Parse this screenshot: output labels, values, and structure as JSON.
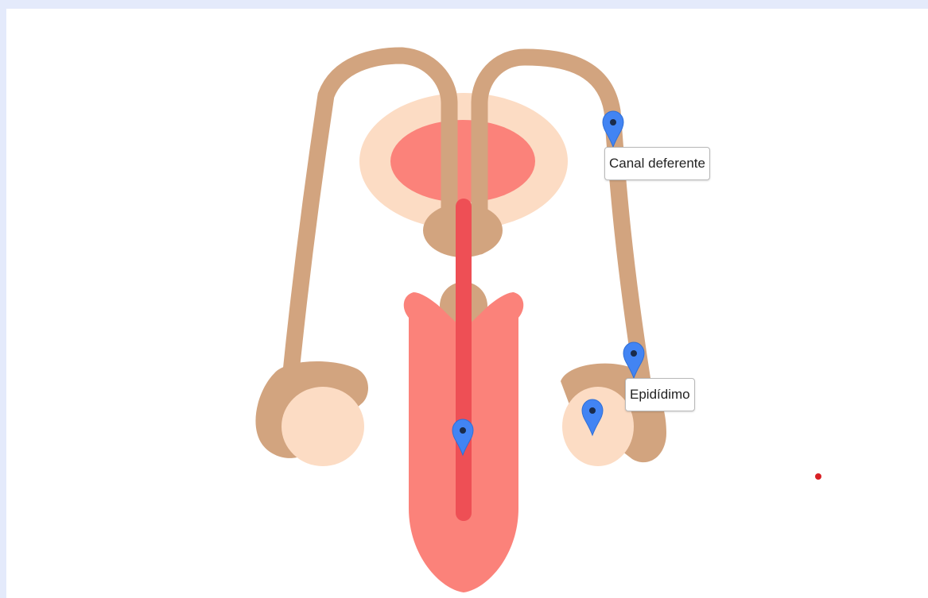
{
  "labels": {
    "vas_deferens": "Canal deferente",
    "epididymis": "Epidídimo"
  },
  "colors": {
    "page_background": "#e4eafb",
    "tube": "#d2a47f",
    "light_skin": "#fcdcc4",
    "bladder": "#fb827a",
    "urethra": "#ee4f55",
    "marker": "#4284f3",
    "red_dot": "#d82025"
  },
  "markers": [
    {
      "name": "marker-vas-deferens",
      "icon": "map-pin-icon"
    },
    {
      "name": "marker-epididymis",
      "icon": "map-pin-icon"
    },
    {
      "name": "marker-testis",
      "icon": "map-pin-icon"
    },
    {
      "name": "marker-urethra",
      "icon": "map-pin-icon"
    }
  ]
}
